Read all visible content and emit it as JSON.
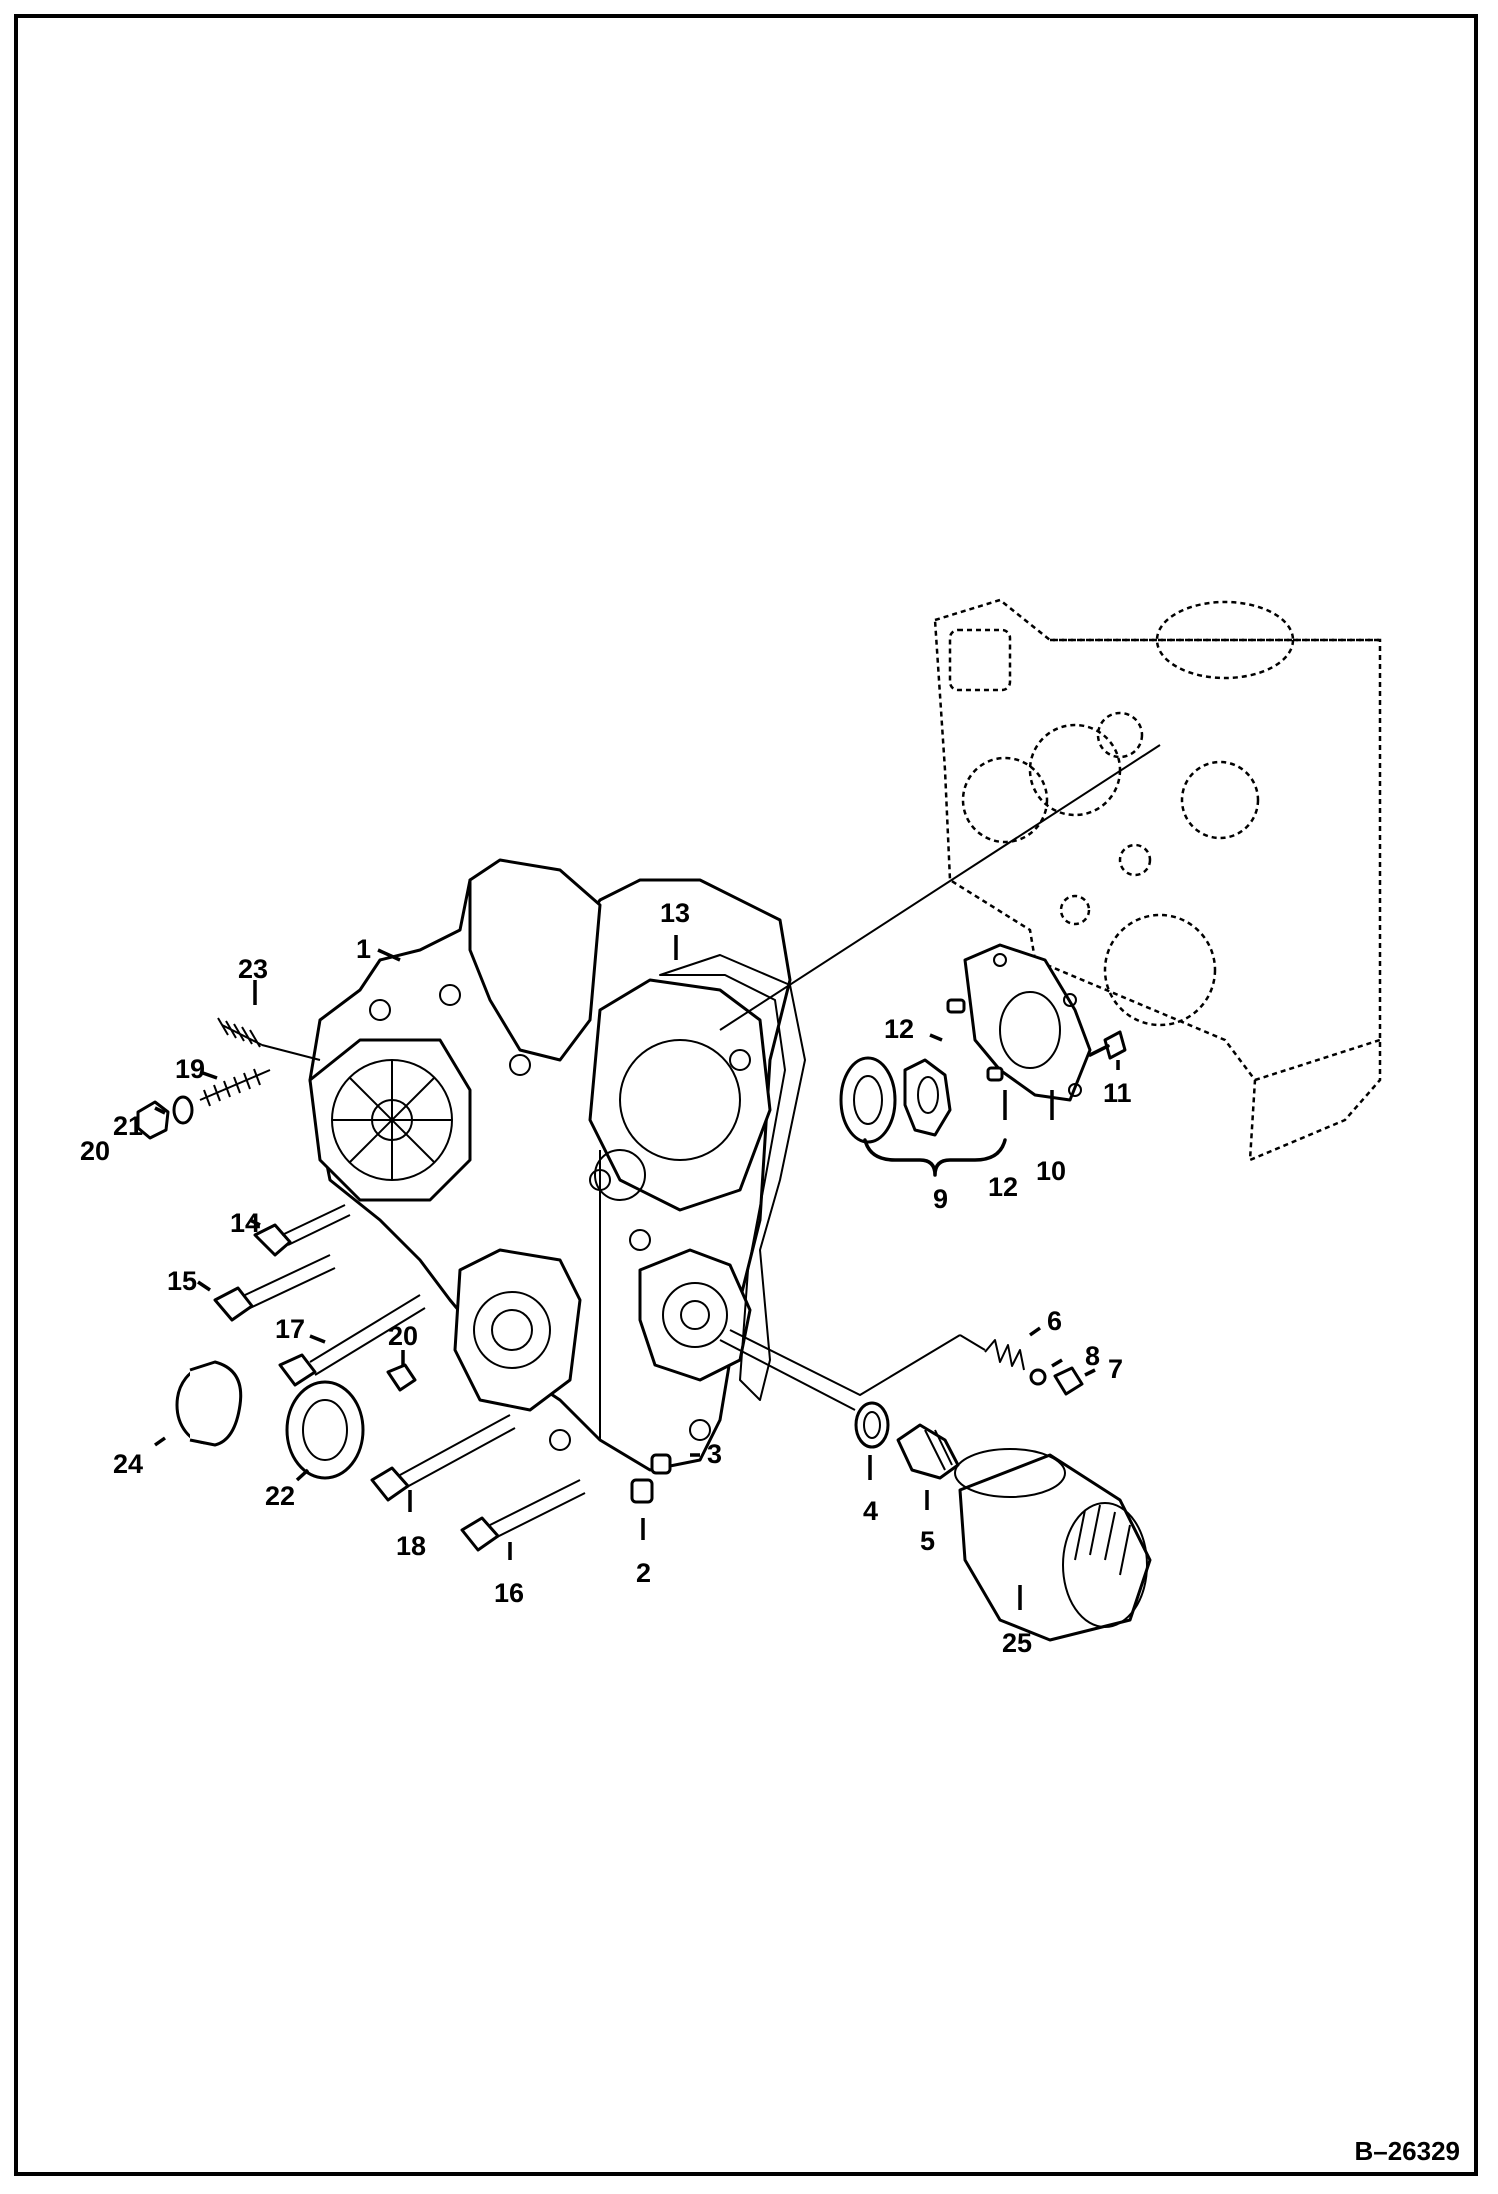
{
  "figure_number": "B–26329",
  "callouts": {
    "c1": "1",
    "c2": "2",
    "c3": "3",
    "c4": "4",
    "c5": "5",
    "c6": "6",
    "c7": "7",
    "c8": "8",
    "c9": "9",
    "c10": "10",
    "c11": "11",
    "c12a": "12",
    "c12b": "12",
    "c13": "13",
    "c14": "14",
    "c15": "15",
    "c16": "16",
    "c17": "17",
    "c18": "18",
    "c19": "19",
    "c20a": "20",
    "c20b": "20",
    "c21": "21",
    "c22": "22",
    "c23": "23",
    "c24": "24",
    "c25": "25"
  }
}
